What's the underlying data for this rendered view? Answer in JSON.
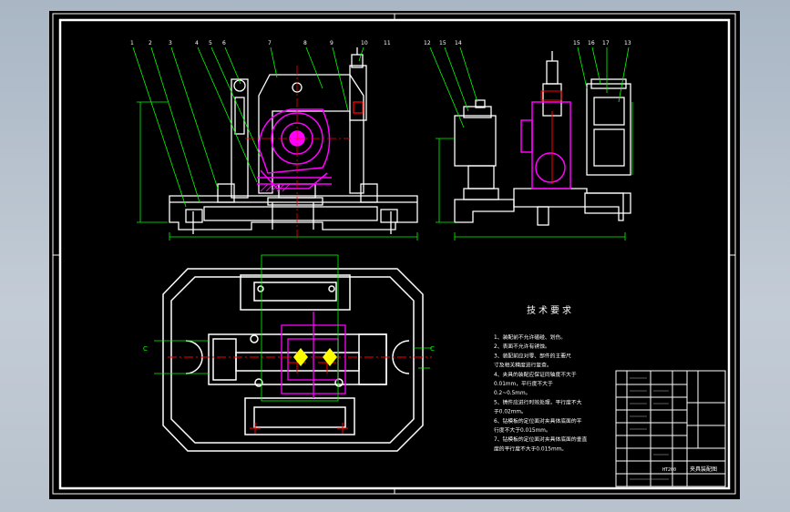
{
  "colors": {
    "background": "#000000",
    "frame": "#ffffff",
    "part": "#ffffff",
    "workpiece": "#ff00ff",
    "dimension": "#00ff00",
    "section_mark": "#ff0000",
    "center_line": "#ff0000"
  },
  "balloons": {
    "front_view": [
      "1",
      "2",
      "3",
      "4",
      "5",
      "6",
      "7",
      "8",
      "9",
      "10",
      "11"
    ],
    "side_view_left": [
      "12",
      "15",
      "14"
    ],
    "side_view_right": [
      "15",
      "16",
      "17",
      "13"
    ]
  },
  "tech_requirements": {
    "title": "技术要求",
    "lines": [
      "1、装配前不允许磕碰、划伤。",
      "2、表面不允许有锈蚀。",
      "3、装配前应对零、部件的主要尺",
      "寸及相关精度进行复查。",
      "4、夹具的装配应保证同轴度不大于",
      "0.01mm，平行度不大于",
      "0.2~0.5mm。",
      "5、铸件应进行时效处理，平行度不大",
      "于0.02mm。",
      "6、钻模板的定位面对夹具体底面的平",
      "行度不大于0.015mm。",
      "7、钻模板的定位面对夹具体底面的垂直",
      "度的平行度不大于0.015mm。"
    ]
  },
  "section_labels": {
    "left": "C",
    "right": "C"
  },
  "title_block": {
    "drawing_name": "夹具装配图",
    "material": "HT200"
  }
}
